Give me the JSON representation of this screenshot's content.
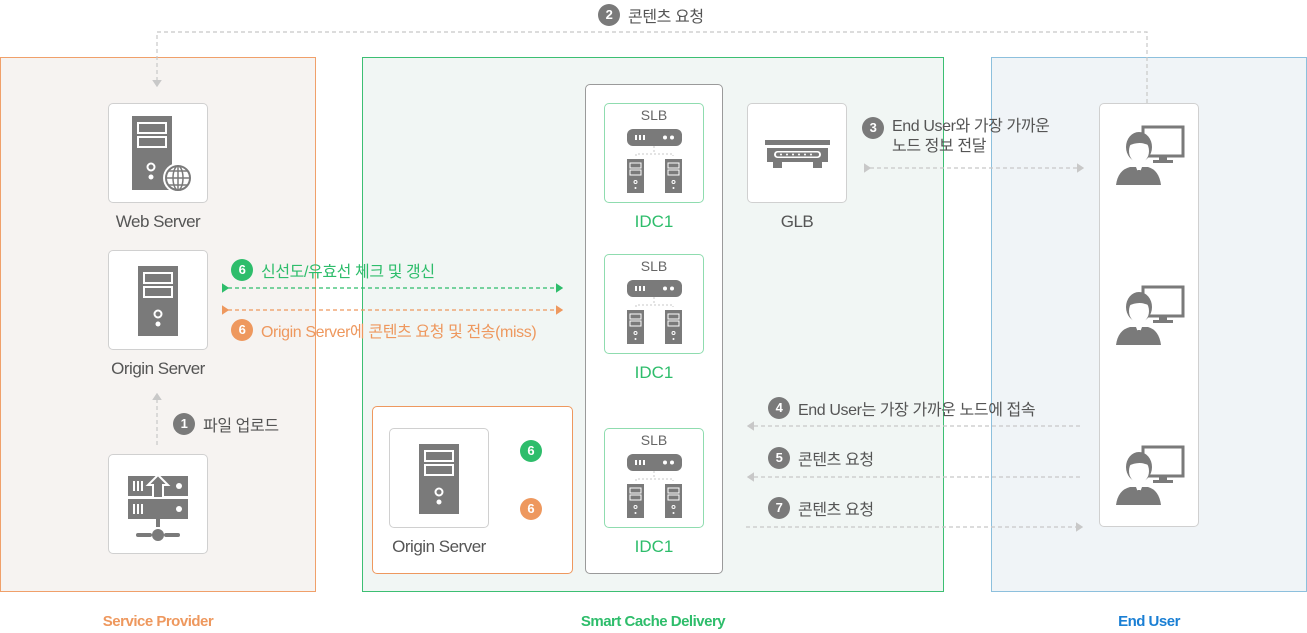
{
  "zones": {
    "service_provider": {
      "label": "Service Provider",
      "color": "#ee985e"
    },
    "smart_cache_delivery": {
      "label": "Smart Cache Delivery",
      "color": "#2ebd6b"
    },
    "end_user": {
      "label": "End User",
      "color": "#1a7fd4"
    }
  },
  "nodes": {
    "web_server": "Web Server",
    "origin_server_sp": "Origin Server",
    "origin_server_scd": "Origin Server",
    "glb": "GLB",
    "idc": [
      {
        "slb": "SLB",
        "label": "IDC1"
      },
      {
        "slb": "SLB",
        "label": "IDC1"
      },
      {
        "slb": "SLB",
        "label": "IDC1"
      }
    ]
  },
  "steps": {
    "s1": {
      "num": "1",
      "text": "파일 업로드"
    },
    "s2": {
      "num": "2",
      "text": "콘텐츠 요청"
    },
    "s3": {
      "num": "3",
      "line1": "End User와 가장 가까운",
      "line2": "노드 정보 전달"
    },
    "s4": {
      "num": "4",
      "text": "End User는 가장 가까운 노드에 접속"
    },
    "s5": {
      "num": "5",
      "text": "콘텐츠 요청"
    },
    "s6_green": {
      "num": "6",
      "text": "신선도/유효선 체크 및 갱신"
    },
    "s6_orange": {
      "num": "6",
      "text": "Origin Server에 콘텐츠 요청 및 전송(miss)"
    },
    "s6_inner_green": {
      "num": "6"
    },
    "s6_inner_orange": {
      "num": "6"
    },
    "s7": {
      "num": "7",
      "text": "콘텐츠 요청"
    }
  }
}
